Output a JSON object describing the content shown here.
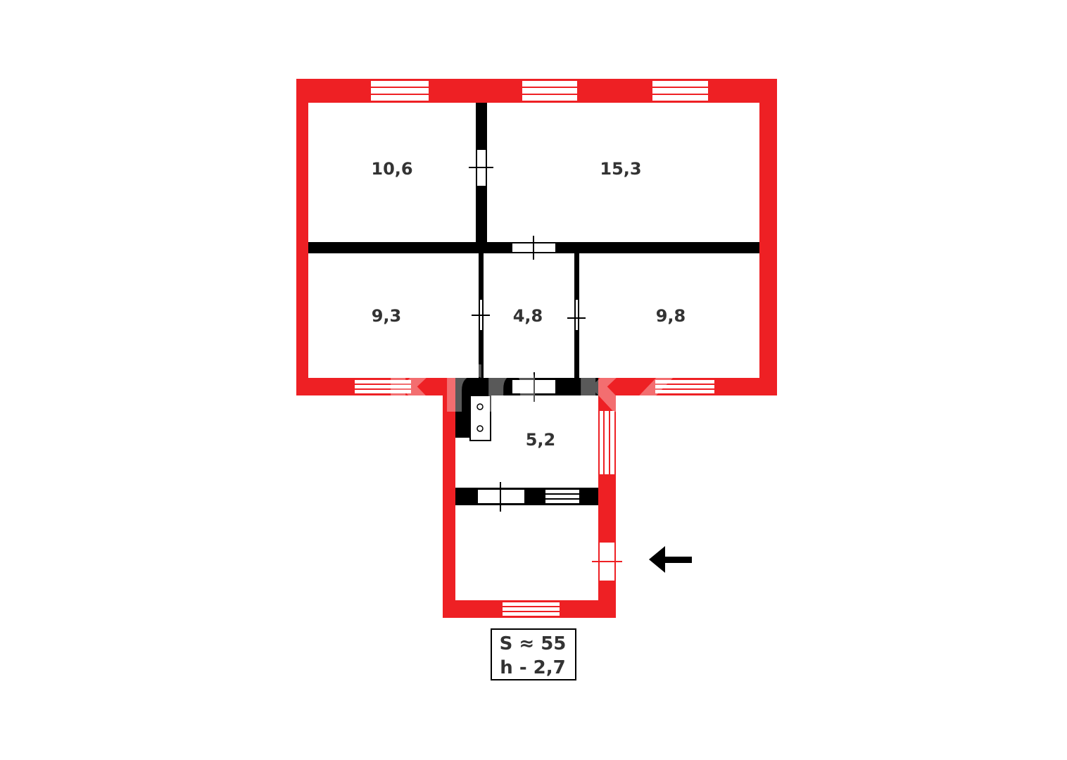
{
  "plan": {
    "rooms": [
      {
        "id": "room-1",
        "area": "10,6"
      },
      {
        "id": "room-2",
        "area": "15,3"
      },
      {
        "id": "room-3",
        "area": "9,3"
      },
      {
        "id": "room-4",
        "area": "4,8"
      },
      {
        "id": "room-5",
        "area": "9,8"
      },
      {
        "id": "kitchen",
        "area": "5,2"
      }
    ],
    "summary": {
      "area": "S ≈ 55",
      "height": "h - 2,7"
    },
    "watermark": "krn.kz",
    "entrance_icon": "arrow-left-icon",
    "colors": {
      "exterior_wall": "#ee2024",
      "interior_wall": "#000000",
      "text": "#333333"
    }
  }
}
